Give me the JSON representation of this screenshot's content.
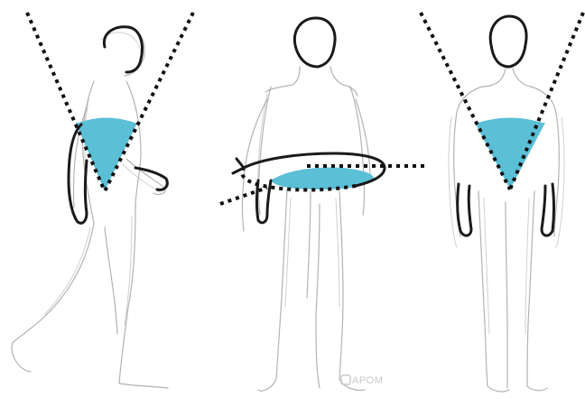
{
  "colors": {
    "zone_fill": "#5bbfd6",
    "outline": "#1a1a1a",
    "dotted_line": "#111111",
    "sketch_line": "#9a9a9a",
    "watermark": "#c8c8c8"
  },
  "panels": [
    {
      "view": "side",
      "zone_shape": "triangle"
    },
    {
      "view": "rear-three-quarter",
      "zone_shape": "ring"
    },
    {
      "view": "back",
      "zone_shape": "triangle"
    }
  ],
  "watermark": {
    "text": "APOM",
    "icon": "logo-square-icon"
  }
}
